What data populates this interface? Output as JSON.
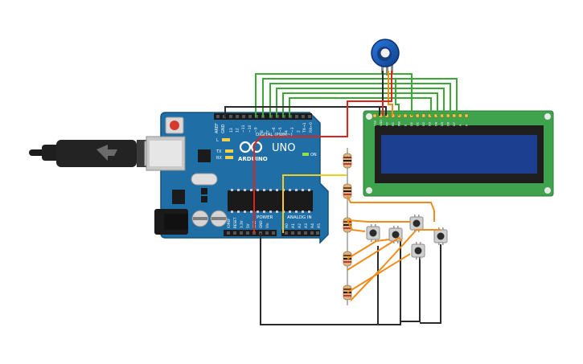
{
  "board": {
    "brand": "ARDUINO",
    "model": "UNO",
    "digital_label": "DIGITAL (PWM~)",
    "power_label": "POWER",
    "analog_label": "ANALOG IN",
    "on_label": "ON",
    "led_l": "L",
    "led_tx": "TX",
    "led_rx": "RX",
    "aref": "AREF",
    "gnd": "GND",
    "digital_pins": [
      "13",
      "12",
      "~11",
      "~10",
      "~9",
      "8",
      "7",
      "~6",
      "~5",
      "4",
      "~3",
      "2",
      "TX→1",
      "RX←0"
    ],
    "power_pins": [
      "IOREF",
      "RESET",
      "3.3V",
      "5V",
      "GND",
      "GND",
      "Vin"
    ],
    "analog_pins": [
      "A0",
      "A1",
      "A2",
      "A3",
      "A4",
      "A5"
    ]
  },
  "lcd": {
    "pin_labels": [
      "VSS",
      "VDD",
      "V0",
      "RS",
      "RW",
      "E",
      "D0",
      "D1",
      "D2",
      "D3",
      "D4",
      "D5",
      "D6",
      "D7",
      "A",
      "K"
    ]
  },
  "colors": {
    "board": "#1f6fa6",
    "lcd_pcb": "#3fa34d",
    "lcd_screen": "#1d3f8f",
    "wire_green": "#3aa935",
    "wire_red": "#e0231b",
    "wire_black": "#2b2b2b",
    "wire_orange": "#f08c1a",
    "wire_yellow": "#f2cf1d"
  }
}
